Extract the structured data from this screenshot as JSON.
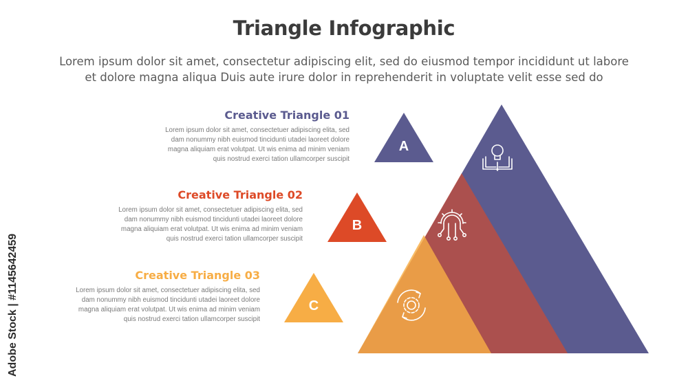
{
  "header": {
    "title": "Triangle Infographic",
    "subtitle_line1": "Lorem ipsum dolor sit amet, consectetur adipiscing elit, sed do eiusmod tempor incididunt ut labore",
    "subtitle_line2": "et dolore magna aliqua Duis aute irure dolor in reprehenderit in voluptate velit esse sed do"
  },
  "items": [
    {
      "heading": "Creative Triangle 01",
      "color": "#5b5b8f",
      "letter": "A",
      "icon": "book-lightbulb-icon",
      "body": [
        "Lorem ipsum dolor sit amet, consectetuer adipiscing elita, sed",
        "dam nonummy nibh euismod tincidunti utadei laoreet dolore",
        "magna aliquiam erat volutpat. Ut wis enima ad minim veniam",
        "quis nostrud exerci tation ullamcorper suscipit"
      ]
    },
    {
      "heading": "Creative Triangle 02",
      "color": "#dd4a27",
      "letter": "B",
      "icon": "gear-circuit-icon",
      "body": [
        "Lorem ipsum dolor sit amet, consectetuer adipiscing elita, sed",
        "dam nonummy nibh euismod tincidunti utadei laoreet dolore",
        "magna aliquiam erat volutpat. Ut wis enima ad minim veniam",
        "quis nostrud exerci tation ullamcorper suscipit"
      ]
    },
    {
      "heading": "Creative Triangle 03",
      "color": "#f7ad45",
      "letter": "C",
      "icon": "gear-cycle-icon",
      "body": [
        "Lorem ipsum dolor sit amet, consectetuer adipiscing elita, sed",
        "dam nonummy nibh euismod tincidunti utadei laoreet dolore",
        "magna aliquiam erat volutpat. Ut wis enima ad minim veniam",
        "quis nostrud exerci tation ullamcorper suscipit"
      ]
    }
  ],
  "watermark": "Adobe Stock | #1145642459"
}
